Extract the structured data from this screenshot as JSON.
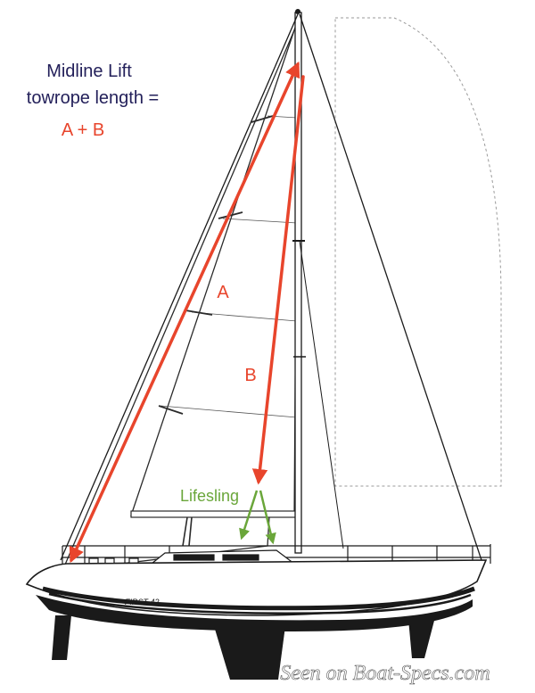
{
  "labels": {
    "title_line1": "Midline Lift",
    "title_line2": "towrope length =",
    "formula": "A + B",
    "segment_a": "A",
    "segment_b": "B",
    "lifesling": "Lifesling"
  },
  "boat": {
    "hull_name": "FIRST 42"
  },
  "watermark": "Seen on Boat-Specs.com",
  "colors": {
    "title_text": "#23205a",
    "arrow_red": "#e8452c",
    "lifesling_green": "#6aa63a",
    "drawing_ink": "#1a1a1a",
    "watermark": "#ffffff"
  }
}
